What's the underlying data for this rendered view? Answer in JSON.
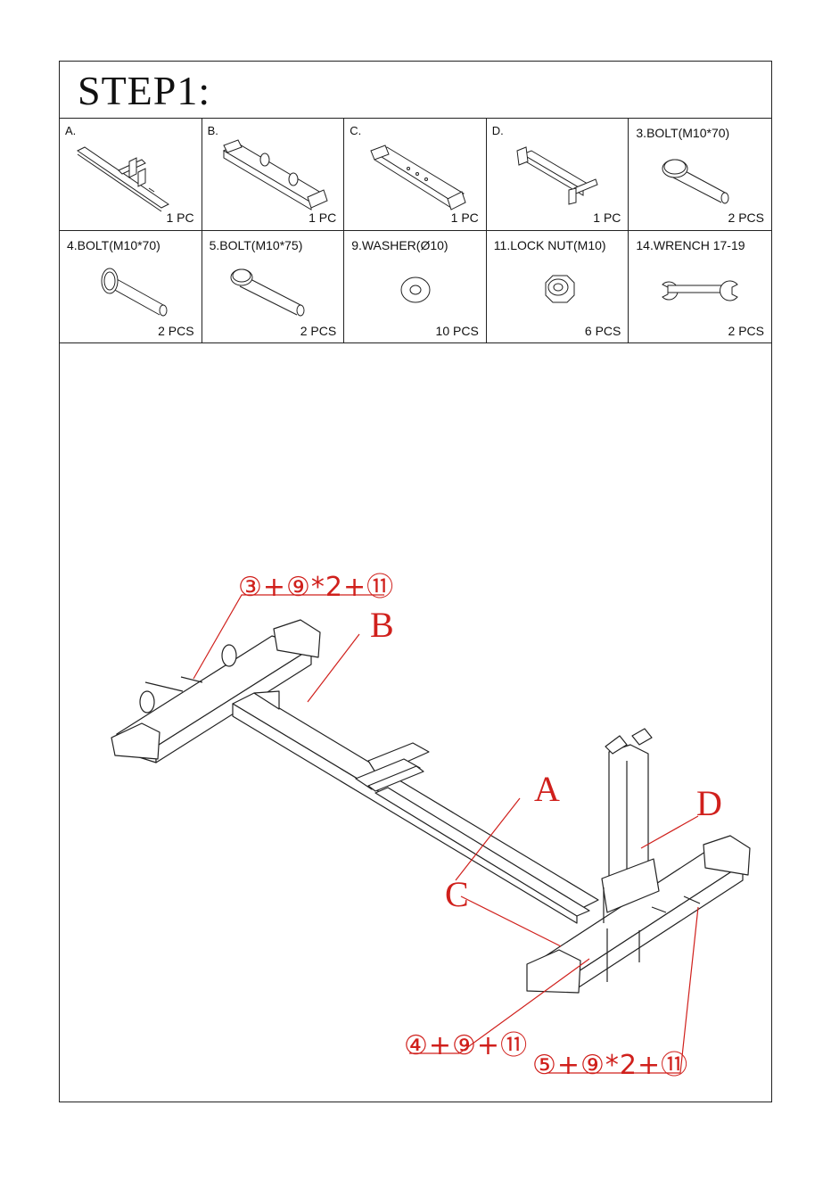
{
  "step_title": "STEP1:",
  "parts": [
    {
      "label": "A.",
      "qty": "1 PC",
      "icon": "tube-frame-a-icon"
    },
    {
      "label": "B.",
      "qty": "1 PC",
      "icon": "rear-base-b-icon"
    },
    {
      "label": "C.",
      "qty": "1 PC",
      "icon": "front-base-c-icon"
    },
    {
      "label": "D.",
      "qty": "1 PC",
      "icon": "upright-d-icon"
    },
    {
      "label": "3.BOLT(M10*70)",
      "qty": "2 PCS",
      "icon": "hex-bolt-icon"
    },
    {
      "label": "4.BOLT(M10*70)",
      "qty": "2 PCS",
      "icon": "carriage-bolt-icon"
    },
    {
      "label": "5.BOLT(M10*75)",
      "qty": "2 PCS",
      "icon": "hex-bolt-icon"
    },
    {
      "label": "9.WASHER(Ø10)",
      "qty": "10 PCS",
      "icon": "washer-icon"
    },
    {
      "label": "11.LOCK NUT(M10)",
      "qty": "6 PCS",
      "icon": "lock-nut-icon"
    },
    {
      "label": "14.WRENCH 17-19",
      "qty": "2 PCS",
      "icon": "wrench-icon"
    }
  ],
  "callouts": {
    "top": "③+⑨*2+⑪",
    "bottom_left": "④+⑨+⑪",
    "bottom_right": "⑤+⑨*2+⑪"
  },
  "letters": {
    "a": "A",
    "b": "B",
    "c": "C",
    "d": "D"
  },
  "colors": {
    "annotation": "#d0201c",
    "line": "#222222"
  }
}
